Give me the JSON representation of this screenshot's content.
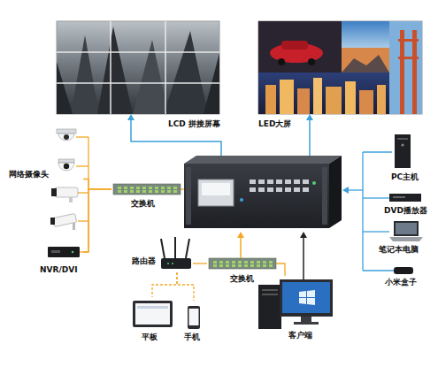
{
  "diagram": {
    "nodes": [
      {
        "text": [
          "LCD 拼接屏幕"
        ]
      },
      {
        "text": [
          "LED大屏"
        ]
      },
      {
        "text": [
          "网络摄像头"
        ]
      },
      {
        "text": [
          "NVR/DVI"
        ]
      },
      {
        "text": [
          "交换机"
        ]
      },
      {
        "text": [
          "PC主机"
        ]
      },
      {
        "text": [
          "DVD播放器"
        ]
      },
      {
        "text": [
          "笔记本电脑"
        ]
      },
      {
        "text": [
          "小米盒子"
        ]
      },
      {
        "text": [
          "路由器"
        ]
      },
      {
        "text": [
          "交换机"
        ]
      },
      {
        "text": [
          "平板"
        ]
      },
      {
        "text": [
          "手机"
        ]
      },
      {
        "text": [
          "客户端"
        ]
      }
    ],
    "edges": [
      {
        "from": 2,
        "to": 4,
        "arrow": "none"
      },
      {
        "from": 3,
        "to": 4,
        "arrow": "none"
      },
      {
        "from": 9,
        "to": 10,
        "arrow": "none"
      },
      {
        "from": 13,
        "to": 10,
        "arrow": "none"
      },
      {
        "from": 9,
        "to": 11,
        "arrow": "none"
      },
      {
        "from": 9,
        "to": 12,
        "arrow": "none"
      }
    ]
  }
}
